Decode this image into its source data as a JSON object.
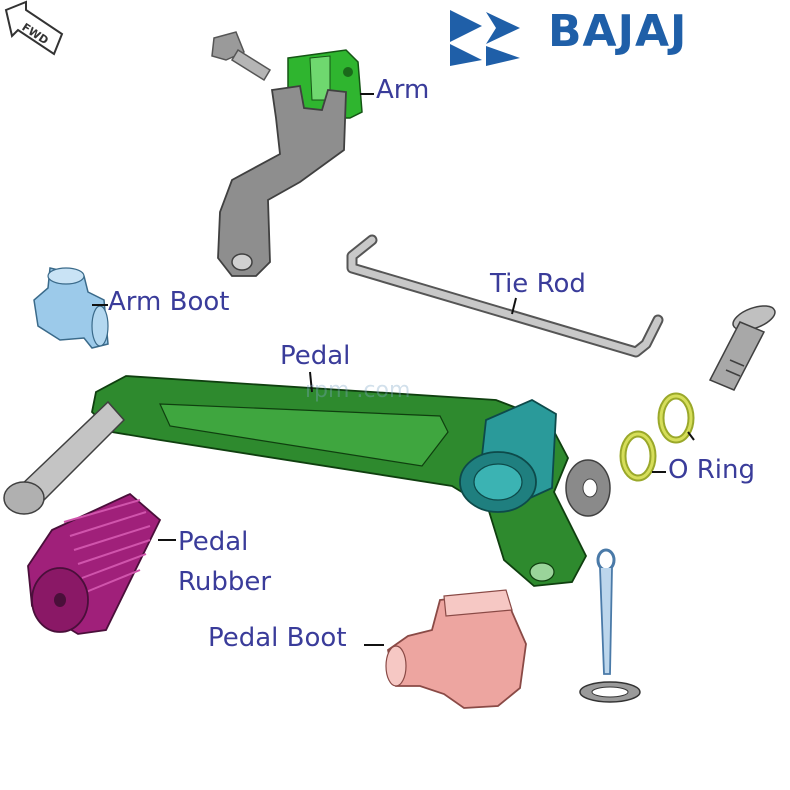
{
  "brand": {
    "name": "BAJAJ",
    "color": "#1f5fa8"
  },
  "direction_badge": {
    "text": "FWD",
    "icon": "arrow-icon"
  },
  "watermark": {
    "text": "rpm .com"
  },
  "labels": {
    "arm": "Arm",
    "arm_boot": "Arm Boot",
    "tie_rod": "Tie Rod",
    "pedal": "Pedal",
    "o_ring": "O Ring",
    "pedal_rubber_line1": "Pedal",
    "pedal_rubber_line2": "Rubber",
    "pedal_boot": "Pedal Boot"
  },
  "colors": {
    "label_text": "#3a3c9a",
    "arm": "#2fb52f",
    "arm_lever": "#8e8e8e",
    "arm_boot": "#9ccaea",
    "pedal": "#2e8a2e",
    "pedal_hub": "#2a9a9a",
    "pedal_rubber": "#a0207a",
    "pedal_boot": "#eda5a0",
    "o_ring": "#c9d24a",
    "washer": "#8a8a8a"
  }
}
